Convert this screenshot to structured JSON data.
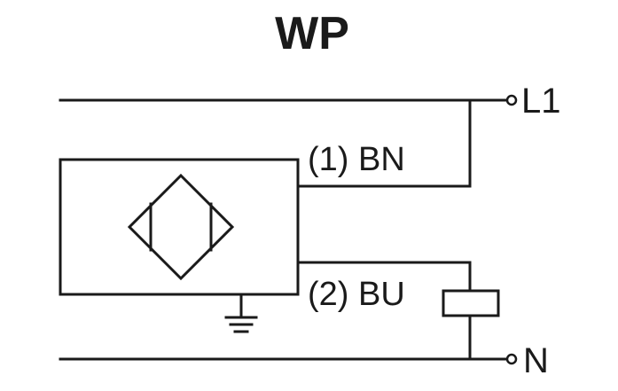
{
  "diagram": {
    "title": "WP",
    "wires": {
      "brown": "(1) BN",
      "blue": "(2) BU"
    },
    "terminals": {
      "line": "L1",
      "neutral": "N"
    },
    "symbols": {
      "sensor": "inductive-proximity-sensor-icon",
      "ground": "ground-icon",
      "load": "load-resistor-icon"
    },
    "colors": {
      "stroke": "#1a1a1a",
      "background": "#ffffff"
    }
  }
}
